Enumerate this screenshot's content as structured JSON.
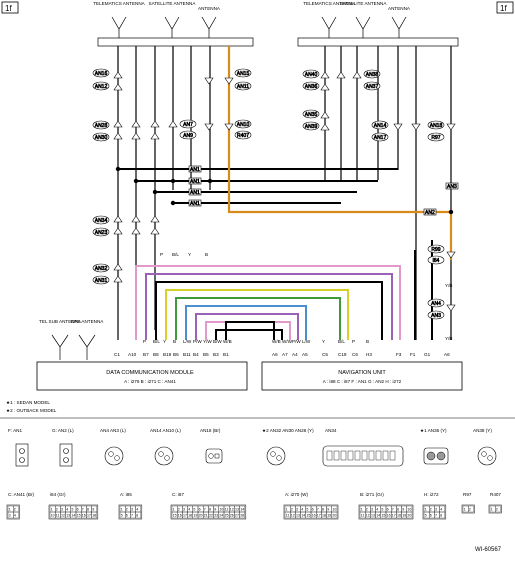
{
  "page": {
    "corner_left": "1f",
    "corner_right": "1f",
    "figure_id": "WI-60567"
  },
  "antennas_left": [
    "TELEMATICS ANTENNA",
    "SATELLITE ANTENNA",
    "ANTENNA"
  ],
  "antennas_right": [
    "TELEMATICS ANTENNA",
    "SATELLITE ANTENNA",
    "ANTENNA"
  ],
  "antennas_bottom": [
    "TEL SUB ANTENNA",
    "GPS ANTENNA"
  ],
  "connectors_left": [
    "AN16",
    "AN12",
    "AN28",
    "AN30",
    "AN7",
    "AN9",
    "AN15",
    "AN11",
    "AN10",
    "R407",
    "AN34",
    "AN23",
    "AN32",
    "AN31"
  ],
  "connectors_right": [
    "AN40",
    "AN36",
    "AN38",
    "AN37",
    "AN35",
    "AN39",
    "AN14",
    "AN18",
    "AN17",
    "R97",
    "R99",
    "i84",
    "AN4",
    "AN3"
  ],
  "modules": {
    "dcm": {
      "name": "DATA COMMUNICATION MODULE",
      "refs": "A : i276   B : i271   C : AN41"
    },
    "nav": {
      "name": "NAVIGATION UNIT",
      "refs": "A : i88   C : i87   F : AN1   G : AN2   H : i272"
    }
  },
  "dcm_pins": [
    "C1",
    "A10",
    "B7",
    "B8",
    "B19",
    "B6",
    "B11",
    "B4",
    "B5",
    "B3",
    "B1"
  ],
  "dcm_colors": [
    "",
    "",
    "P",
    "B/L",
    "Y",
    "B",
    "L/W",
    "P/W",
    "Y/W",
    "B/W",
    "W/B"
  ],
  "nav_pins": [
    "A6",
    "A7",
    "A4",
    "A5",
    "C5",
    "C19",
    "C6",
    "H3",
    "F3",
    "F1",
    "G1",
    "A6"
  ],
  "nav_colors": [
    "W/B",
    "W/W",
    "P/W",
    "L/W",
    "Y",
    "B/L",
    "P",
    "B",
    "",
    "",
    "",
    "Y/B"
  ],
  "wire_colors": {
    "mid": [
      "P",
      "B/L",
      "Y",
      "B"
    ],
    "right": [
      "Y/B",
      "Y/B"
    ]
  },
  "shield_tags": [
    "AN1",
    "AN1",
    "AN1",
    "AN1",
    "AN2",
    "AN3"
  ],
  "notes": [
    "★1 : SEDAN MODEL",
    "★2 : OUTBACK MODEL"
  ],
  "legend_row1": [
    {
      "pre": "F:",
      "id": "AN1",
      "suf": "",
      "icon": "antenna-jack"
    },
    {
      "pre": "G:",
      "id": "AN2",
      "suf": "(L)",
      "icon": "antenna-jack"
    },
    {
      "pre": "",
      "id": "AN4  AN3",
      "suf": "(L)",
      "icon": "round-connector"
    },
    {
      "pre": "",
      "id": "AN14  AN10",
      "suf": "(L)",
      "icon": "round-connector"
    },
    {
      "pre": "",
      "id": "AN16",
      "suf": "(Br)",
      "icon": "square-connector"
    },
    {
      "pre": "★2",
      "id": "AN32  AN30  AN28",
      "suf": "(Y)",
      "icon": "round-connector"
    },
    {
      "pre": "",
      "id": "AN34",
      "suf": "",
      "icon": "block-connector"
    },
    {
      "pre": "★1",
      "id": "AN36",
      "suf": "(Y)",
      "icon": "twin-connector"
    },
    {
      "pre": "",
      "id": "AN38",
      "suf": "(Y)",
      "icon": "round-connector"
    }
  ],
  "legend_row2": [
    {
      "pre": "C:",
      "id": "AN41",
      "suf": "(Br)",
      "pins": [
        "1",
        "2",
        "3",
        "4"
      ]
    },
    {
      "pre": "",
      "id": "i84",
      "suf": "(Gr)",
      "pins": [
        "1",
        "2",
        "3",
        "4",
        "5",
        "6",
        "7",
        "8",
        "9",
        "10",
        "11",
        "12",
        "13",
        "14",
        "15",
        "16",
        "17",
        "18"
      ]
    },
    {
      "pre": "A:",
      "id": "i85",
      "suf": "",
      "pins": [
        "1",
        "2",
        "3",
        "4",
        "5",
        "6",
        "7",
        "8"
      ]
    },
    {
      "pre": "C:",
      "id": "i87",
      "suf": "",
      "pins": [
        "1",
        "2",
        "3",
        "4",
        "5",
        "6",
        "7",
        "8",
        "9",
        "10",
        "11",
        "12",
        "13",
        "14",
        "15",
        "16",
        "17",
        "18",
        "19",
        "20",
        "21",
        "22",
        "23",
        "24",
        "25",
        "26",
        "27",
        "28"
      ]
    },
    {
      "pre": "A:",
      "id": "i270",
      "suf": "(W)",
      "pins": [
        "1",
        "2",
        "3",
        "4",
        "5",
        "6",
        "7",
        "8",
        "9",
        "10",
        "11",
        "12",
        "13",
        "14",
        "15",
        "16",
        "17",
        "18",
        "19",
        "20"
      ]
    },
    {
      "pre": "B:",
      "id": "i271",
      "suf": "(Gr)",
      "pins": [
        "1",
        "2",
        "3",
        "4",
        "5",
        "6",
        "7",
        "8",
        "9",
        "10",
        "11",
        "12",
        "13",
        "14",
        "15",
        "16",
        "17",
        "18",
        "19",
        "20"
      ]
    },
    {
      "pre": "H:",
      "id": "i272",
      "suf": "",
      "pins": [
        "1",
        "2",
        "3",
        "4",
        "5",
        "6",
        "7",
        "8"
      ]
    },
    {
      "pre": "",
      "id": "R97",
      "suf": "",
      "pins": [
        "1",
        "2"
      ]
    },
    {
      "pre": "",
      "id": "R407",
      "suf": "",
      "pins": [
        "1",
        "2"
      ]
    }
  ],
  "colors": {
    "orange": "#d88a1a",
    "pink": "#e099c8",
    "purple": "#9c62b8",
    "blue": "#4a8fd0",
    "yellow": "#d8cf28",
    "green": "#3e9a3a",
    "black": "#000000"
  }
}
